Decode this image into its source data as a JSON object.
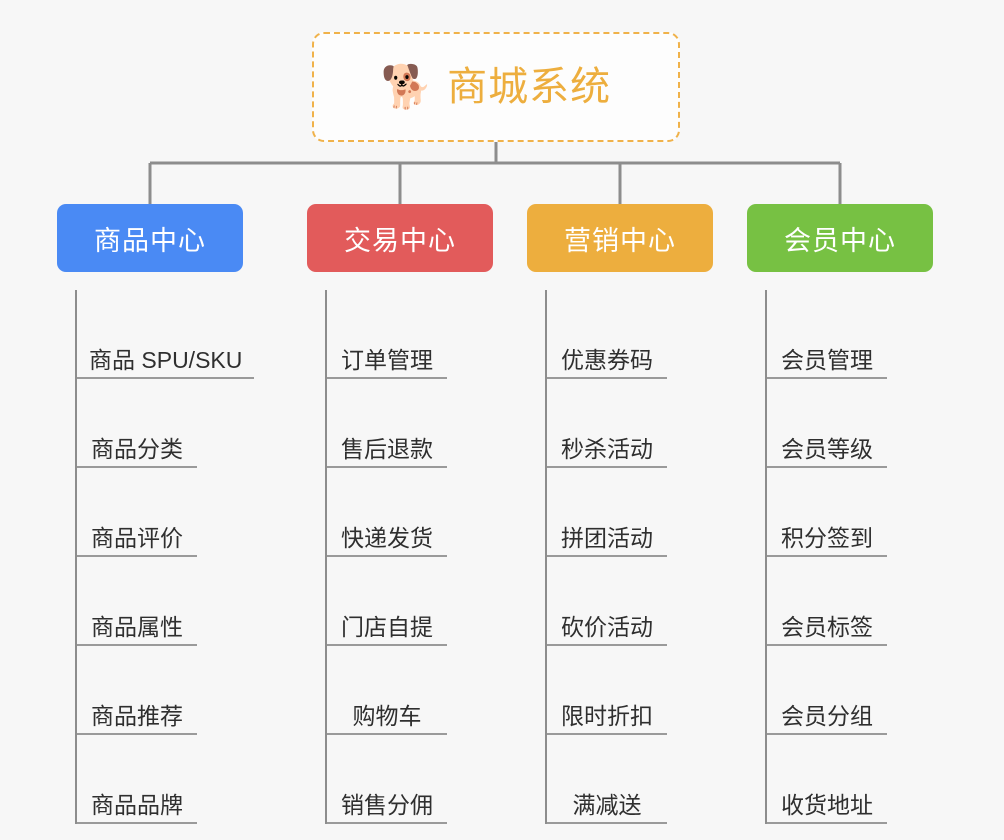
{
  "root": {
    "icon": "shiba-dog-emoji",
    "emoji": "🐕",
    "title": "商城系统",
    "title_color": "#edae3e",
    "border_color": "#f0b24a"
  },
  "branches": [
    {
      "label": "商品中心",
      "color": "#4a8af4",
      "items": [
        "商品 SPU/SKU",
        "商品分类",
        "商品评价",
        "商品属性",
        "商品推荐",
        "商品品牌"
      ]
    },
    {
      "label": "交易中心",
      "color": "#e25b5b",
      "items": [
        "订单管理",
        "售后退款",
        "快递发货",
        "门店自提",
        "购物车",
        "销售分佣"
      ]
    },
    {
      "label": "营销中心",
      "color": "#edae3e",
      "items": [
        "优惠券码",
        "秒杀活动",
        "拼团活动",
        "砍价活动",
        "限时折扣",
        "满减送"
      ]
    },
    {
      "label": "会员中心",
      "color": "#77c143",
      "items": [
        "会员管理",
        "会员等级",
        "积分签到",
        "会员标签",
        "会员分组",
        "收货地址"
      ]
    }
  ],
  "theme": {
    "background": "#f7f7f7",
    "connector_color": "#8d8d8d",
    "leaf_text_color": "#2f2f2f"
  }
}
